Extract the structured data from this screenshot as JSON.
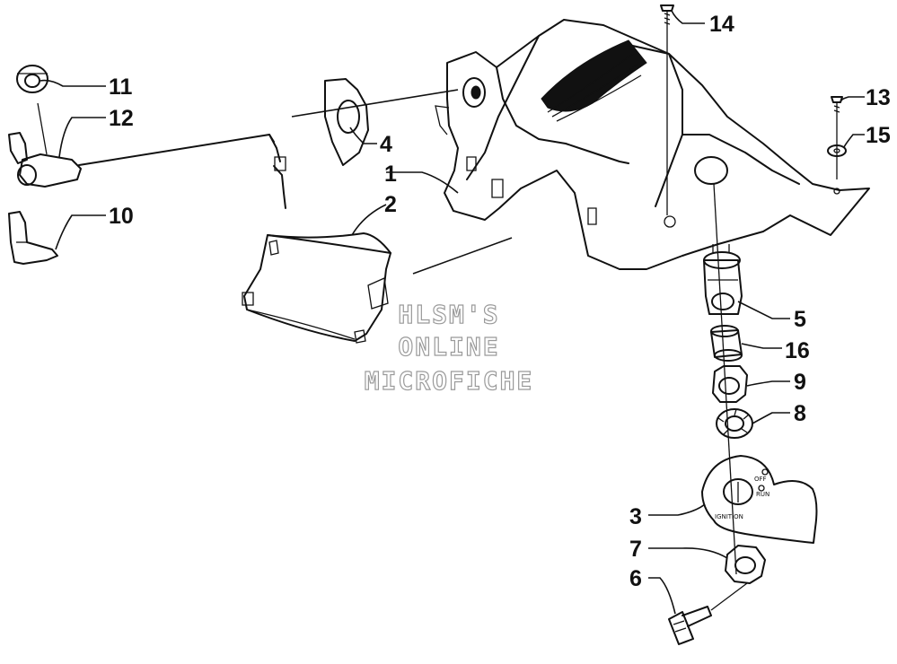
{
  "watermark": {
    "line1": "HLSM'S",
    "line2": "ONLINE",
    "line3": "MICROFICHE"
  },
  "callouts": [
    {
      "id": "c1",
      "label": "1"
    },
    {
      "id": "c2",
      "label": "2"
    },
    {
      "id": "c3",
      "label": "3"
    },
    {
      "id": "c4",
      "label": "4"
    },
    {
      "id": "c5",
      "label": "5"
    },
    {
      "id": "c6",
      "label": "6"
    },
    {
      "id": "c7",
      "label": "7"
    },
    {
      "id": "c8",
      "label": "8"
    },
    {
      "id": "c9",
      "label": "9"
    },
    {
      "id": "c10",
      "label": "10"
    },
    {
      "id": "c11",
      "label": "11"
    },
    {
      "id": "c12",
      "label": "12"
    },
    {
      "id": "c13",
      "label": "13"
    },
    {
      "id": "c14",
      "label": "14"
    },
    {
      "id": "c15",
      "label": "15"
    },
    {
      "id": "c16",
      "label": "16"
    }
  ],
  "part_text": {
    "plate_off": "OFF",
    "plate_run": "RUN",
    "plate_ignition": "IGNITION"
  }
}
